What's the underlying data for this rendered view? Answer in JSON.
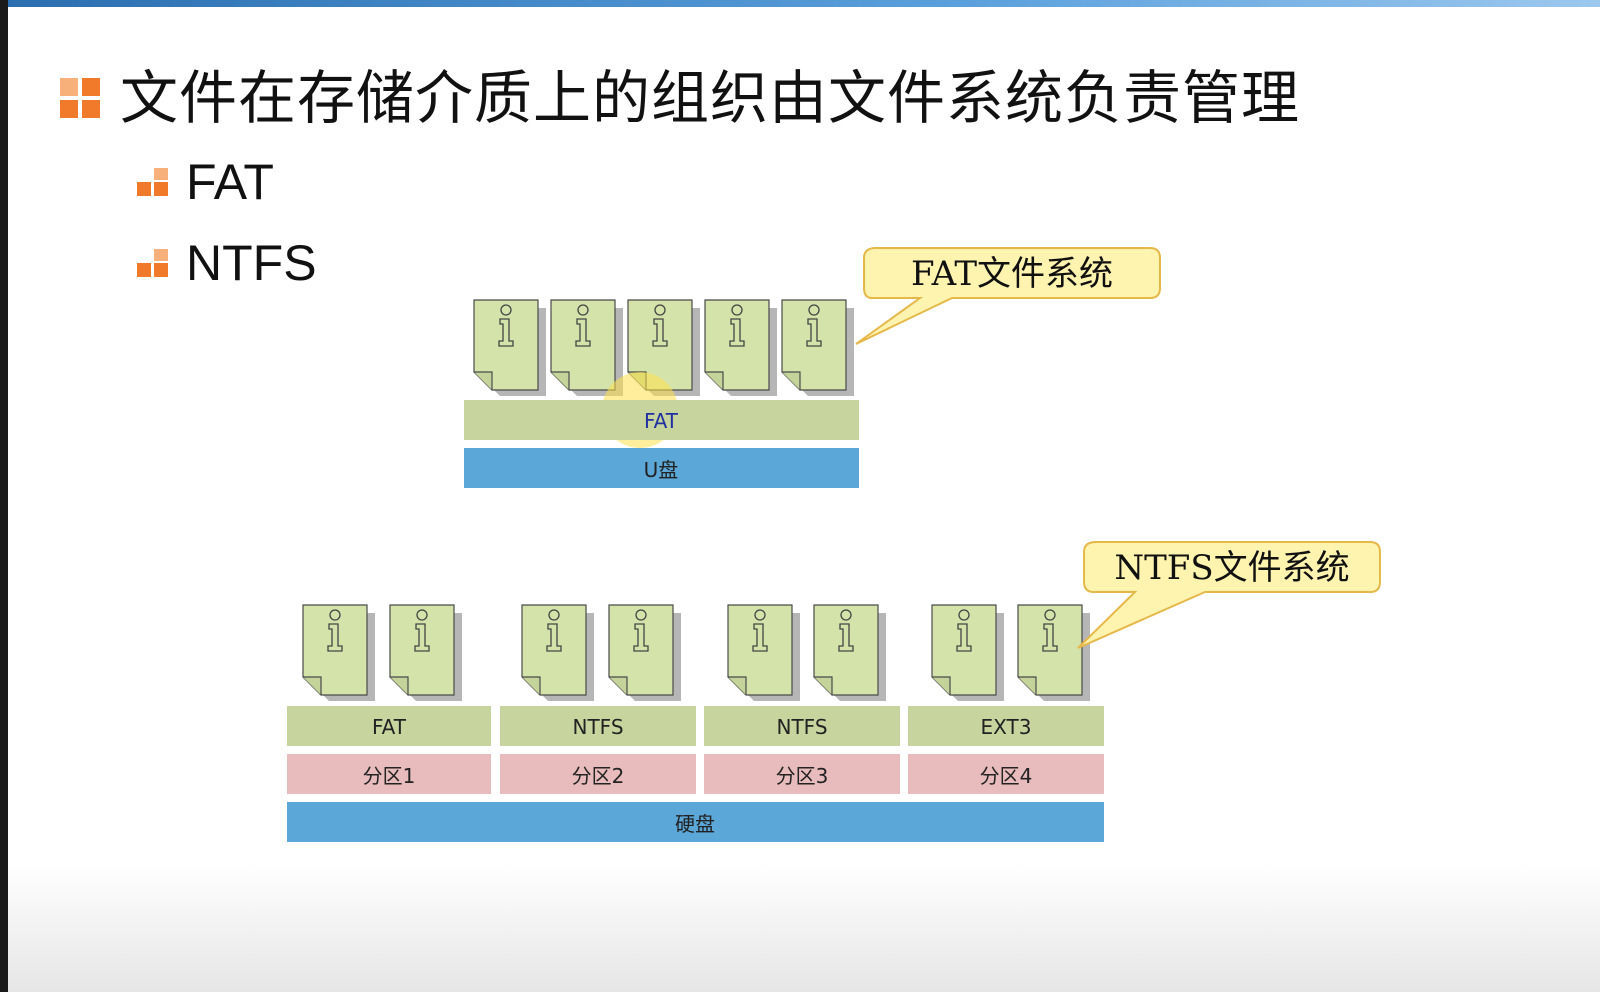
{
  "slide": {
    "title": "文件在存储介质上的组织由文件系统负责管理",
    "bullets": [
      "FAT",
      "NTFS"
    ]
  },
  "usb_diagram": {
    "callout": "FAT文件系统",
    "fs_label": "FAT",
    "device_label": "U盘",
    "file_count": 5
  },
  "hdd_diagram": {
    "callout": "NTFS文件系统",
    "device_label": "硬盘",
    "partitions": [
      {
        "fs": "FAT",
        "name": "分区1"
      },
      {
        "fs": "NTFS",
        "name": "分区2"
      },
      {
        "fs": "NTFS",
        "name": "分区3"
      },
      {
        "fs": "EXT3",
        "name": "分区4"
      }
    ]
  },
  "colors": {
    "fs_bar": "#c8d49e",
    "device_bar": "#5aa7d8",
    "partition_bar": "#e8bcbc",
    "file_fill": "#d4e3aa",
    "callout_fill": "#fff3b0",
    "callout_stroke": "#e6b84a",
    "bullet_orange": "#f07a2a",
    "bullet_light": "#f7b07a"
  },
  "icons": {
    "file": "info-document-icon",
    "bullet": "square-grid-icon"
  }
}
